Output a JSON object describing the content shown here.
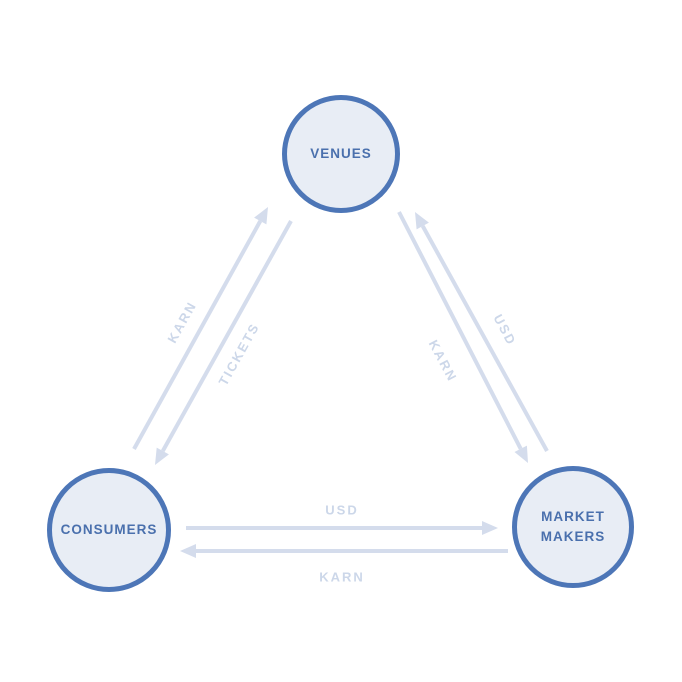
{
  "diagram": {
    "nodes": [
      {
        "id": "venues",
        "label": "VENUES"
      },
      {
        "id": "consumers",
        "label": "CONSUMERS"
      },
      {
        "id": "market-makers",
        "label": "MARKET MAKERS"
      }
    ],
    "edges": [
      {
        "id": "consumers-to-venues",
        "from": "consumers",
        "to": "venues",
        "label": "KARN"
      },
      {
        "id": "venues-to-consumers",
        "from": "venues",
        "to": "consumers",
        "label": "TICKETS"
      },
      {
        "id": "market-makers-to-venues",
        "from": "market-makers",
        "to": "venues",
        "label": "USD"
      },
      {
        "id": "venues-to-market-makers",
        "from": "venues",
        "to": "market-makers",
        "label": "KARN"
      },
      {
        "id": "consumers-to-market-makers",
        "from": "consumers",
        "to": "market-makers",
        "label": "USD"
      },
      {
        "id": "market-makers-to-consumers",
        "from": "market-makers",
        "to": "consumers",
        "label": "KARN"
      }
    ],
    "colors": {
      "node_border": "#4d76b7",
      "node_fill": "#e8edf5",
      "node_text": "#4a70ad",
      "arrow": "#d4dcec",
      "edge_label": "#ccd7e9",
      "background": "#ffffff"
    }
  }
}
